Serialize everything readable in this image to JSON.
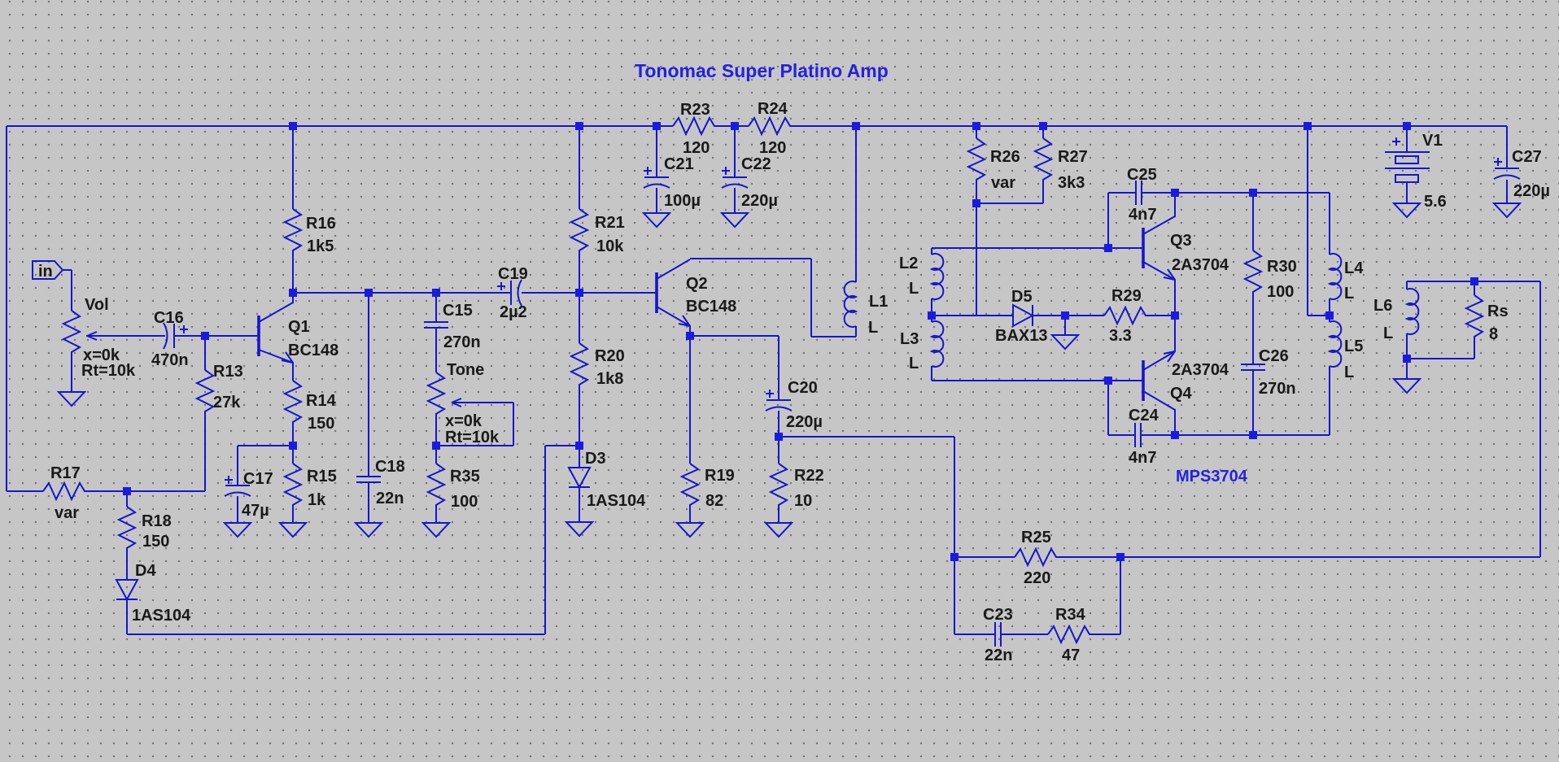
{
  "title": "Tonomac Super Platino Amp",
  "annotation": "MPS3704",
  "port": {
    "in": "in"
  },
  "components": {
    "vol": {
      "name": "Vol",
      "x": "x=0k",
      "rt": "Rt=10k"
    },
    "tone": {
      "name": "Tone",
      "x": "x=0k",
      "rt": "Rt=10k"
    },
    "r13": {
      "name": "R13",
      "value": "27k"
    },
    "r14": {
      "name": "R14",
      "value": "150"
    },
    "r15": {
      "name": "R15",
      "value": "1k"
    },
    "r16": {
      "name": "R16",
      "value": "1k5"
    },
    "r17": {
      "name": "R17",
      "value": "var"
    },
    "r18": {
      "name": "R18",
      "value": "150"
    },
    "r19": {
      "name": "R19",
      "value": "82"
    },
    "r20": {
      "name": "R20",
      "value": "1k8"
    },
    "r21": {
      "name": "R21",
      "value": "10k"
    },
    "r22": {
      "name": "R22",
      "value": "10"
    },
    "r23": {
      "name": "R23",
      "value": "120"
    },
    "r24": {
      "name": "R24",
      "value": "120"
    },
    "r25": {
      "name": "R25",
      "value": "220"
    },
    "r26": {
      "name": "R26",
      "value": "var"
    },
    "r27": {
      "name": "R27",
      "value": "3k3"
    },
    "r29": {
      "name": "R29",
      "value": "3.3"
    },
    "r30": {
      "name": "R30",
      "value": "100"
    },
    "r34": {
      "name": "R34",
      "value": "47"
    },
    "r35": {
      "name": "R35",
      "value": "100"
    },
    "rs": {
      "name": "Rs",
      "value": "8"
    },
    "c15": {
      "name": "C15",
      "value": "270n"
    },
    "c16": {
      "name": "C16",
      "value": "470n"
    },
    "c17": {
      "name": "C17",
      "value": "47µ"
    },
    "c18": {
      "name": "C18",
      "value": "22n"
    },
    "c19": {
      "name": "C19",
      "value": "2µ2"
    },
    "c20": {
      "name": "C20",
      "value": "220µ"
    },
    "c21": {
      "name": "C21",
      "value": "100µ"
    },
    "c22": {
      "name": "C22",
      "value": "220µ"
    },
    "c23": {
      "name": "C23",
      "value": "22n"
    },
    "c24": {
      "name": "C24",
      "value": "4n7"
    },
    "c25": {
      "name": "C25",
      "value": "4n7"
    },
    "c26": {
      "name": "C26",
      "value": "270n"
    },
    "c27": {
      "name": "C27",
      "value": "220µ"
    },
    "d3": {
      "name": "D3",
      "value": "1AS104"
    },
    "d4": {
      "name": "D4",
      "value": "1AS104"
    },
    "d5": {
      "name": "D5",
      "value": "BAX13"
    },
    "q1": {
      "name": "Q1",
      "value": "BC148"
    },
    "q2": {
      "name": "Q2",
      "value": "BC148"
    },
    "q3": {
      "name": "Q3",
      "value": "2A3704"
    },
    "q4": {
      "name": "Q4",
      "value": "2A3704"
    },
    "l1": {
      "name": "L1",
      "value": "L"
    },
    "l2": {
      "name": "L2",
      "value": "L"
    },
    "l3": {
      "name": "L3",
      "value": "L"
    },
    "l4": {
      "name": "L4",
      "value": "L"
    },
    "l5": {
      "name": "L5",
      "value": "L"
    },
    "l6": {
      "name": "L6",
      "value": "L"
    },
    "v1": {
      "name": "V1",
      "value": "5.6"
    }
  },
  "colors": {
    "background": "#c6c6c6",
    "wire": "#1515cf",
    "label_text": "#191919",
    "accent_blue": "#2222dd"
  }
}
